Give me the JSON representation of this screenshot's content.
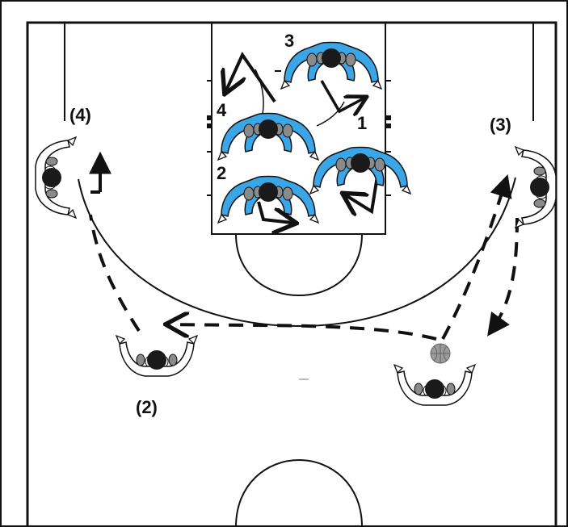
{
  "colors": {
    "court_line": "#111111",
    "defender_fill": "#3aa6e6",
    "offense_fill": "#ffffff",
    "head_fill": "#1a1a1a",
    "hand_fill": "#8a8a8a",
    "ball": "#9a9a9a"
  },
  "offense_labels": {
    "left_wing": "(4)",
    "right_wing": "(3)",
    "left_guard": "(2)"
  },
  "defender_labels": {
    "top": "3",
    "left_high": "4",
    "left_low": "2",
    "right": "1"
  },
  "icons": {
    "defender": "defender-player-icon",
    "offense": "offense-player-icon",
    "ball": "basketball-icon"
  }
}
